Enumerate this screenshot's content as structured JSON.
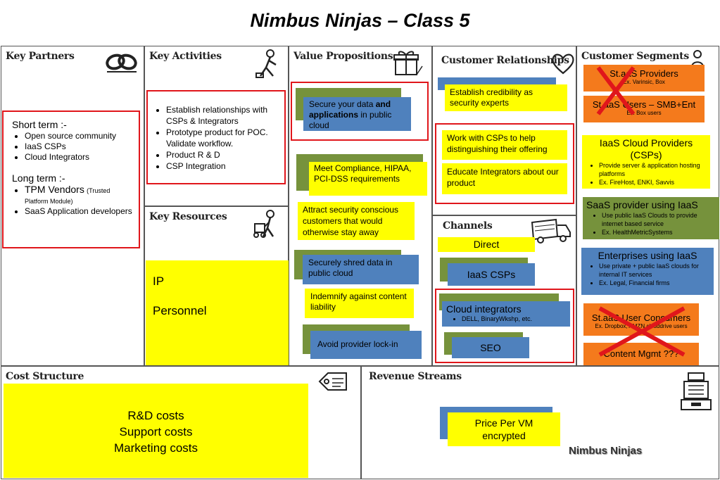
{
  "title": "Nimbus Ninjas – Class 5",
  "panels": {
    "key_partners": "Key Partners",
    "key_activities": "Key Activities",
    "value_propositions": "Value Propositions",
    "customer_relationships": "Customer Relationships",
    "customer_segments": "Customer Segments",
    "key_resources": "Key Resources",
    "channels": "Channels",
    "cost_structure": "Cost Structure",
    "revenue_streams": "Revenue Streams"
  },
  "icons": {
    "key_partners": "chain-link-icon",
    "key_activities": "worker-icon",
    "value_propositions": "gift-icon",
    "customer_relationships": "heart-icon",
    "customer_segments": "person-icon",
    "key_resources": "worker-cart-icon",
    "channels": "truck-icon",
    "cost_structure": "price-tag-icon",
    "revenue_streams": "cash-register-icon"
  },
  "partners": {
    "short_term_label": "Short term :-",
    "short_term": [
      "Open source community",
      "IaaS CSPs",
      "Cloud Integrators"
    ],
    "long_term_label": "Long term :-",
    "long_term_1_main": "TPM Vendors",
    "long_term_1_small": "(Trusted Platform Module)",
    "long_term_2": "SaaS Application developers"
  },
  "activities": [
    "Establish relationships with CSPs  & Integrators",
    "Prototype product for POC. Validate workflow.",
    "Product R & D",
    "CSP Integration"
  ],
  "resources": {
    "line1": "IP",
    "line2": "Personnel"
  },
  "value": {
    "v1_pre": "Secure your data ",
    "v1_bold": "and applications",
    "v1_post": " in public cloud",
    "v2": "Meet Compliance, HIPAA, PCI-DSS requirements",
    "v3": "Attract security conscious customers that would otherwise stay away",
    "v4": "Securely shred data in public cloud",
    "v5": "Indemnify against content liability",
    "v6": "Avoid provider lock-in"
  },
  "relationships": {
    "r1": "Establish credibility as security experts",
    "r2": "Work with CSPs to help distinguishing their offering",
    "r3": "Educate Integrators about our product"
  },
  "channels": {
    "direct": "Direct",
    "iaas": "IaaS CSPs",
    "integrators": "Cloud integrators",
    "integrators_sub": "DELL, BinaryWkshp, etc.",
    "seo": "SEO"
  },
  "segments": {
    "s1": "St.aaS Providers",
    "s1_sub": "Ex. Varinsic, Box",
    "s2": "St.aaS Users – SMB+Ent",
    "s2_sub": "Ex. Box users",
    "s3": "IaaS Cloud Providers (CSPs)",
    "s3_items": [
      "Provide server & application hosting platforms",
      "Ex. FireHost, ENKI, Savvis"
    ],
    "s4": "SaaS provider using IaaS",
    "s4_items": [
      "Use public IaaS Clouds to provide internet based service",
      "Ex. HealthMetricSystems"
    ],
    "s5": "Enterprises using IaaS",
    "s5_items": [
      "Use private + public IaaS clouds for internal IT services",
      "Ex. Legal, Financial firms"
    ],
    "s6": "St.aaS User Consumers",
    "s6_sub": "Ex. Dropbox, AMZN clouddrive users",
    "s7": "Content Mgmt ???"
  },
  "costs": [
    "R&D costs",
    "Support costs",
    "Marketing costs"
  ],
  "revenue": {
    "price": "Price Per VM encrypted",
    "brand": "Nimbus Ninjas"
  },
  "colors": {
    "yellow": "#ffff00",
    "blue": "#4f81bd",
    "green": "#76923c",
    "orange": "#f47a1c",
    "red": "#e0161b"
  }
}
